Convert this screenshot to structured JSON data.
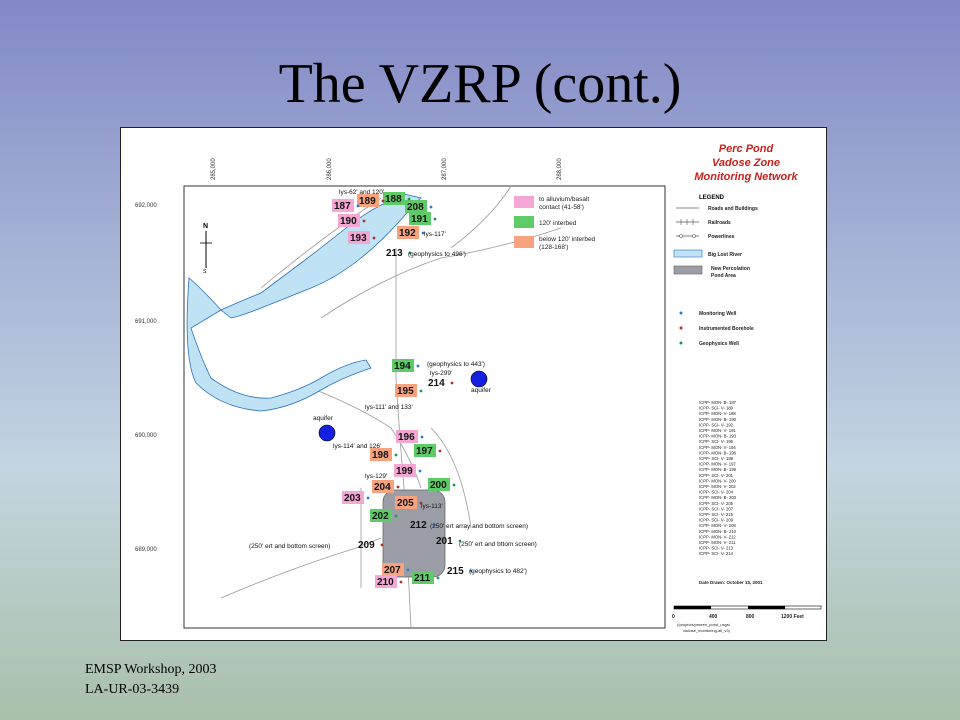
{
  "slide": {
    "title": "The VZRP (cont.)",
    "footer_line1": "EMSP Workshop, 2003",
    "footer_line2": "LA-UR-03-3439"
  },
  "map": {
    "title_lines": [
      "Perc Pond",
      "Vadose Zone",
      "Monitoring Network"
    ],
    "title_color": "#c8201c",
    "easting_ticks": [
      "285,000",
      "286,000",
      "287,000",
      "288,000"
    ],
    "northing_ticks": [
      "692,000",
      "691,000",
      "690,000",
      "689,000"
    ],
    "legend_title": "LEGEND",
    "legend_items": [
      "Roads and Buildings",
      "Railroads",
      "Powerlines",
      "Big Lost River",
      "New Percolation",
      "Pond Area"
    ],
    "well_types": [
      "Monitoring Well",
      "Instrumented Borehole",
      "Geophysics Well"
    ],
    "well_colors": {
      "monitoring": "#2a7ad6",
      "instrumented": "#b0302a",
      "geophysics": "#1a9a5a"
    },
    "color_key": [
      {
        "label1": "to alluvium/basalt",
        "label2": "contact (41-58')",
        "color": "#f4a6d4"
      },
      {
        "label1": "120' interbed",
        "label2": "",
        "color": "#5fcb68"
      },
      {
        "label1": "below 120' interbed",
        "label2": "(128-168')",
        "color": "#f7a380"
      }
    ],
    "wells": [
      {
        "id": "187",
        "color": "#f4a6d4"
      },
      {
        "id": "189",
        "color": "#f7a380"
      },
      {
        "id": "188",
        "color": "#5fcb68"
      },
      {
        "id": "208",
        "color": "#5fcb68"
      },
      {
        "id": "190",
        "color": "#f4a6d4"
      },
      {
        "id": "191",
        "color": "#5fcb68"
      },
      {
        "id": "192",
        "color": "#f7a380"
      },
      {
        "id": "193",
        "color": "#f4a6d4"
      },
      {
        "id": "213",
        "color": ""
      },
      {
        "id": "194",
        "color": "#5fcb68"
      },
      {
        "id": "214",
        "color": ""
      },
      {
        "id": "195",
        "color": "#f7a380"
      },
      {
        "id": "196",
        "color": "#f4a6d4"
      },
      {
        "id": "197",
        "color": "#5fcb68"
      },
      {
        "id": "198",
        "color": "#f7a380"
      },
      {
        "id": "199",
        "color": "#f4a6d4"
      },
      {
        "id": "204",
        "color": "#f7a380"
      },
      {
        "id": "200",
        "color": "#5fcb68"
      },
      {
        "id": "203",
        "color": "#f4a6d4"
      },
      {
        "id": "205",
        "color": "#f7a380"
      },
      {
        "id": "202",
        "color": "#5fcb68"
      },
      {
        "id": "212",
        "color": ""
      },
      {
        "id": "209",
        "color": ""
      },
      {
        "id": "201",
        "color": ""
      },
      {
        "id": "207",
        "color": "#f7a380"
      },
      {
        "id": "210",
        "color": "#f4a6d4"
      },
      {
        "id": "211",
        "color": "#5fcb68"
      },
      {
        "id": "215",
        "color": ""
      }
    ],
    "annotations": [
      "lys-62' and 120'",
      "lys-117'",
      "(geophysics to 496')",
      "(geophysics to 443')",
      "lys-299'",
      "lys-111' and 133'",
      "lys-114' and 126'",
      "lys-129'",
      "lys-113'",
      "(250' ert array and bottom screen)",
      "(250' ert and bottom screen)",
      "(250' ert and bttom screen)",
      "(geophysics to 482')",
      "aquifer",
      "aquifer"
    ],
    "well_list": [
      "ICPP- MON- B- 187",
      "ICPP- SCI- V- 189",
      "ICPP- MON- V- 188",
      "ICPP- MON- B- 190",
      "ICPP- SCI- V- 192",
      "ICPP- MON- V- 191",
      "ICPP- MON- B- 193",
      "ICPP- SCI- V- 195",
      "ICPP- MON- V- 194",
      "ICPP- MON- B- 196",
      "ICPP- SCI- V- 198",
      "ICPP- MON- V- 197",
      "ICPP- MON- B- 199",
      "ICPP- SCI- V- 201",
      "ICPP- MON- V- 200",
      "ICPP- MON- V- 202",
      "ICPP- SCI- V- 204",
      "ICPP- MON- B- 203",
      "ICPP- SCI- V- 205",
      "ICPP- SCI- V- 207",
      "ICPP- SCI- V- 215",
      "ICPP- SCI- V- 209",
      "ICPP- MON- V- 208",
      "ICPP- MON- B- 210",
      "ICPP- MON- V- 212",
      "ICPP- MON- V- 211",
      "ICPP- SCI- V- 213",
      "ICPP- SCI- V- 214"
    ],
    "date_drawn": "Date Drawn: October 15, 2001",
    "scale_labels": [
      "0",
      "400",
      "800",
      "1200 Feet"
    ],
    "file_ref_line1": "(/projects/pereen_pond_usgs/",
    "file_ref_line2": "vadose_monitoring-all_v3)"
  }
}
